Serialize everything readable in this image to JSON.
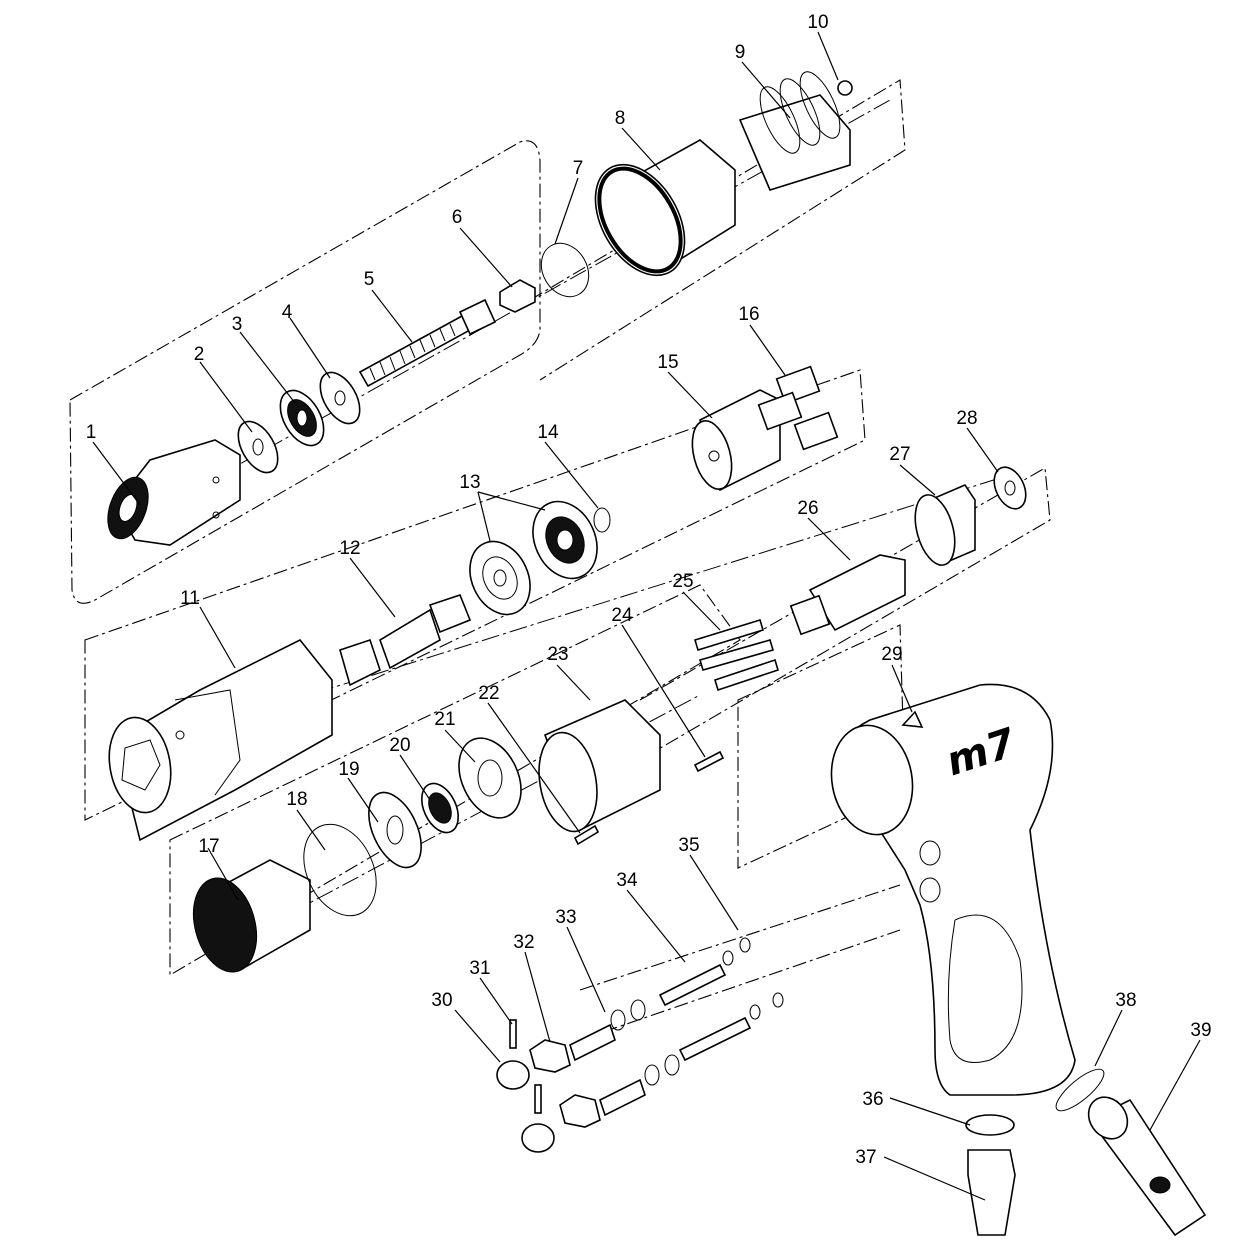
{
  "diagram": {
    "brand_logo": "m7",
    "part_labels": [
      "1",
      "2",
      "3",
      "4",
      "5",
      "6",
      "7",
      "8",
      "9",
      "10",
      "11",
      "12",
      "13",
      "14",
      "15",
      "16",
      "17",
      "18",
      "19",
      "20",
      "21",
      "22",
      "23",
      "24",
      "25",
      "26",
      "27",
      "28",
      "29",
      "30",
      "31",
      "32",
      "33",
      "34",
      "35",
      "36",
      "37",
      "38",
      "39"
    ]
  }
}
